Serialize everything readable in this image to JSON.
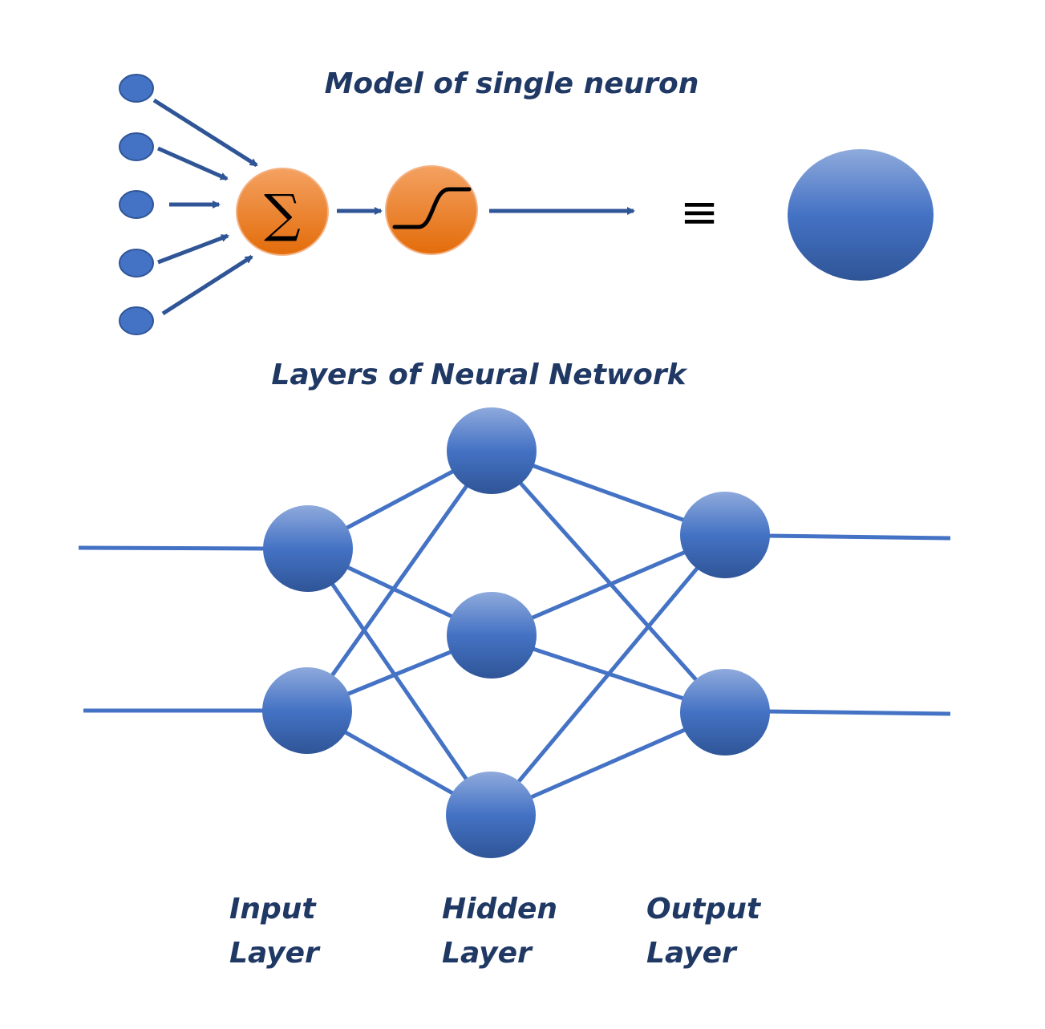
{
  "titles": {
    "single_neuron": "Model of single neuron",
    "layers": "Layers of Neural Network"
  },
  "neuron_model": {
    "input_count": 5,
    "sum_symbol": "∑",
    "activation_icon": "sigmoid-curve-icon",
    "equivalence_symbol": "≡"
  },
  "network": {
    "layers": [
      {
        "label_line1": "Input",
        "label_line2": "Layer",
        "nodes": 2
      },
      {
        "label_line1": "Hidden",
        "label_line2": "Layer",
        "nodes": 3
      },
      {
        "label_line1": "Output",
        "label_line2": "Layer",
        "nodes": 2
      }
    ]
  },
  "colors": {
    "text": "#1f3864",
    "edge": "#4472c4",
    "arrow": "#2f5597",
    "node_light": "#8faadc",
    "node_mid": "#4472c4",
    "node_dark": "#2f5597",
    "orange_light": "#f4a161",
    "orange_dark": "#e36c0a"
  }
}
